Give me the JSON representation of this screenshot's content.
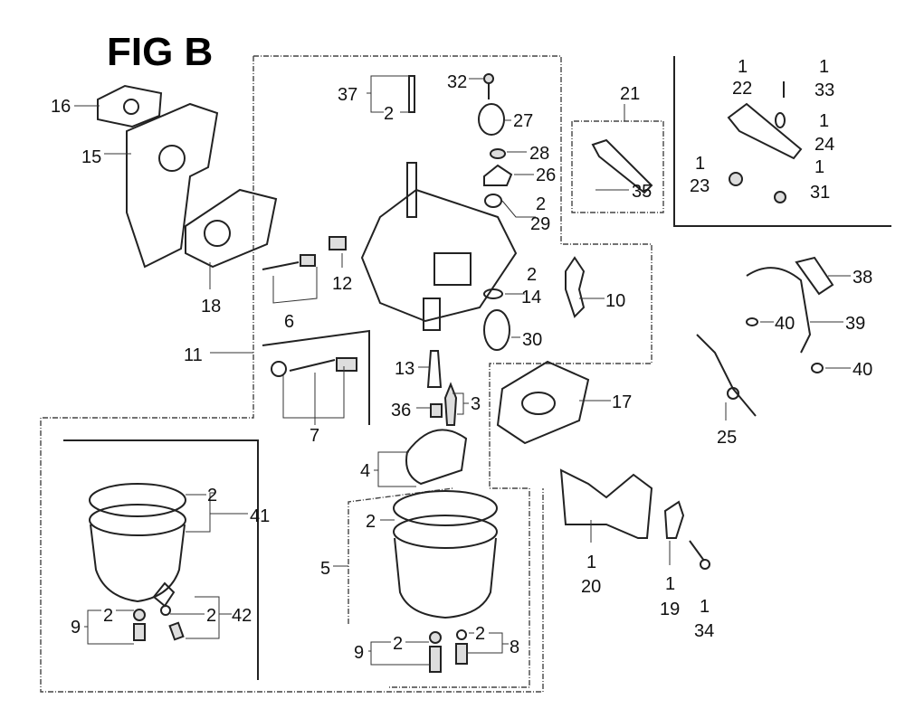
{
  "figure_title": "FIG B",
  "callouts": {
    "c16": "16",
    "c15": "15",
    "c18": "18",
    "c37": "37",
    "c2a": "2",
    "c32": "32",
    "c27": "27",
    "c28": "28",
    "c26": "26",
    "c2b": "2",
    "c29": "29",
    "c21": "21",
    "c35": "35",
    "q22": "1",
    "c22": "22",
    "q33": "1",
    "c33": "33",
    "q24": "1",
    "c24": "24",
    "q23": "1",
    "c23": "23",
    "q31": "1",
    "c31": "31",
    "c12": "12",
    "c6": "6",
    "c2c": "2",
    "c14": "14",
    "c10": "10",
    "c11": "11",
    "c30": "30",
    "c38": "38",
    "c40a": "40",
    "c39": "39",
    "c40b": "40",
    "c13": "13",
    "c36": "36",
    "c3": "3",
    "c17": "17",
    "c7": "7",
    "c25": "25",
    "c4": "4",
    "c2d": "2",
    "c41": "41",
    "c2e": "2",
    "c5": "5",
    "q20": "1",
    "c20": "20",
    "c2f": "2",
    "c2g": "2",
    "c42": "42",
    "c9a": "9",
    "q19": "1",
    "c19": "19",
    "q34": "1",
    "c34": "34",
    "c9b": "9",
    "c2h": "2",
    "c2i": "2",
    "c8": "8"
  }
}
